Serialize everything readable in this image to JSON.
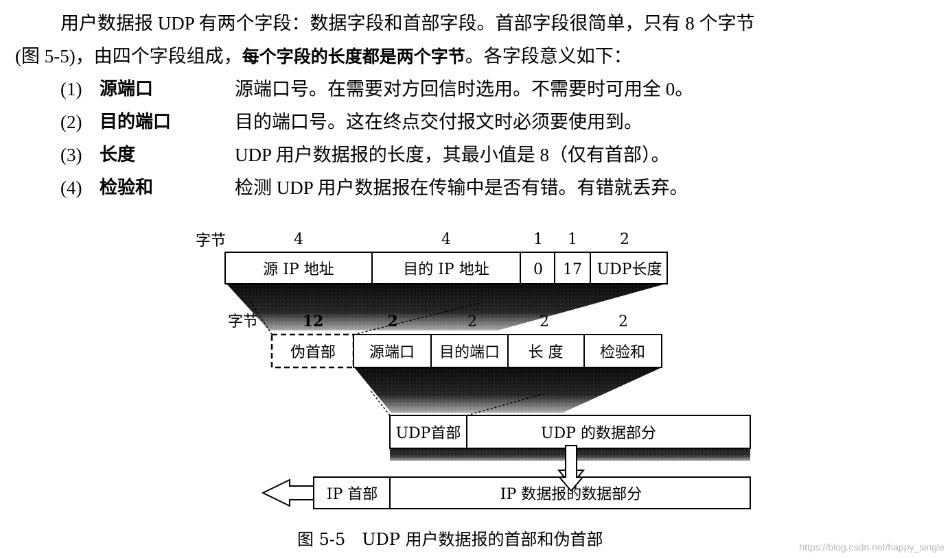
{
  "paragraph": {
    "line1": "用户数据报 UDP 有两个字段：数据字段和首部字段。首部字段很简单，只有 8 个字节",
    "line2_start": "(图 5-5)，由四个字段组成，",
    "line2_bold": "每个字段的长度都是两个字节",
    "line2_end": "。各字段意义如下："
  },
  "items": [
    {
      "num": "(1)",
      "name": "源端口",
      "desc": "源端口号。在需要对方回信时选用。不需要时可用全 0。"
    },
    {
      "num": "(2)",
      "name": "目的端口",
      "desc": "目的端口号。这在终点交付报文时必须要使用到。"
    },
    {
      "num": "(3)",
      "name": "长度",
      "desc": "UDP 用户数据报的长度，其最小值是 8（仅有首部）。"
    },
    {
      "num": "(4)",
      "name": "检验和",
      "desc": "检测 UDP 用户数据报在传输中是否有错。有错就丢弃。"
    }
  ],
  "figure": {
    "pseudo_header": {
      "bytes_label": "字节",
      "byte_counts": [
        "4",
        "4",
        "1",
        "1",
        "2"
      ],
      "fields": [
        "源 IP 地址",
        "目的 IP 地址",
        "0",
        "17",
        "UDP长度"
      ]
    },
    "udp_header": {
      "bytes_label": "字节",
      "byte_counts": [
        "12",
        "2",
        "2",
        "2",
        "2"
      ],
      "fields": [
        "伪首部",
        "源端口",
        "目的端口",
        "长  度",
        "检验和"
      ]
    },
    "udp_datagram": {
      "fields": [
        "UDP首部",
        "UDP 的数据部分"
      ]
    },
    "ip_datagram": {
      "fields": [
        "IP 首部",
        "IP 数据报的数据部分"
      ]
    },
    "caption": "图 5-5　UDP 用户数据报的首部和伪首部"
  },
  "watermark": "https://blog.csdn.net/happy_single"
}
